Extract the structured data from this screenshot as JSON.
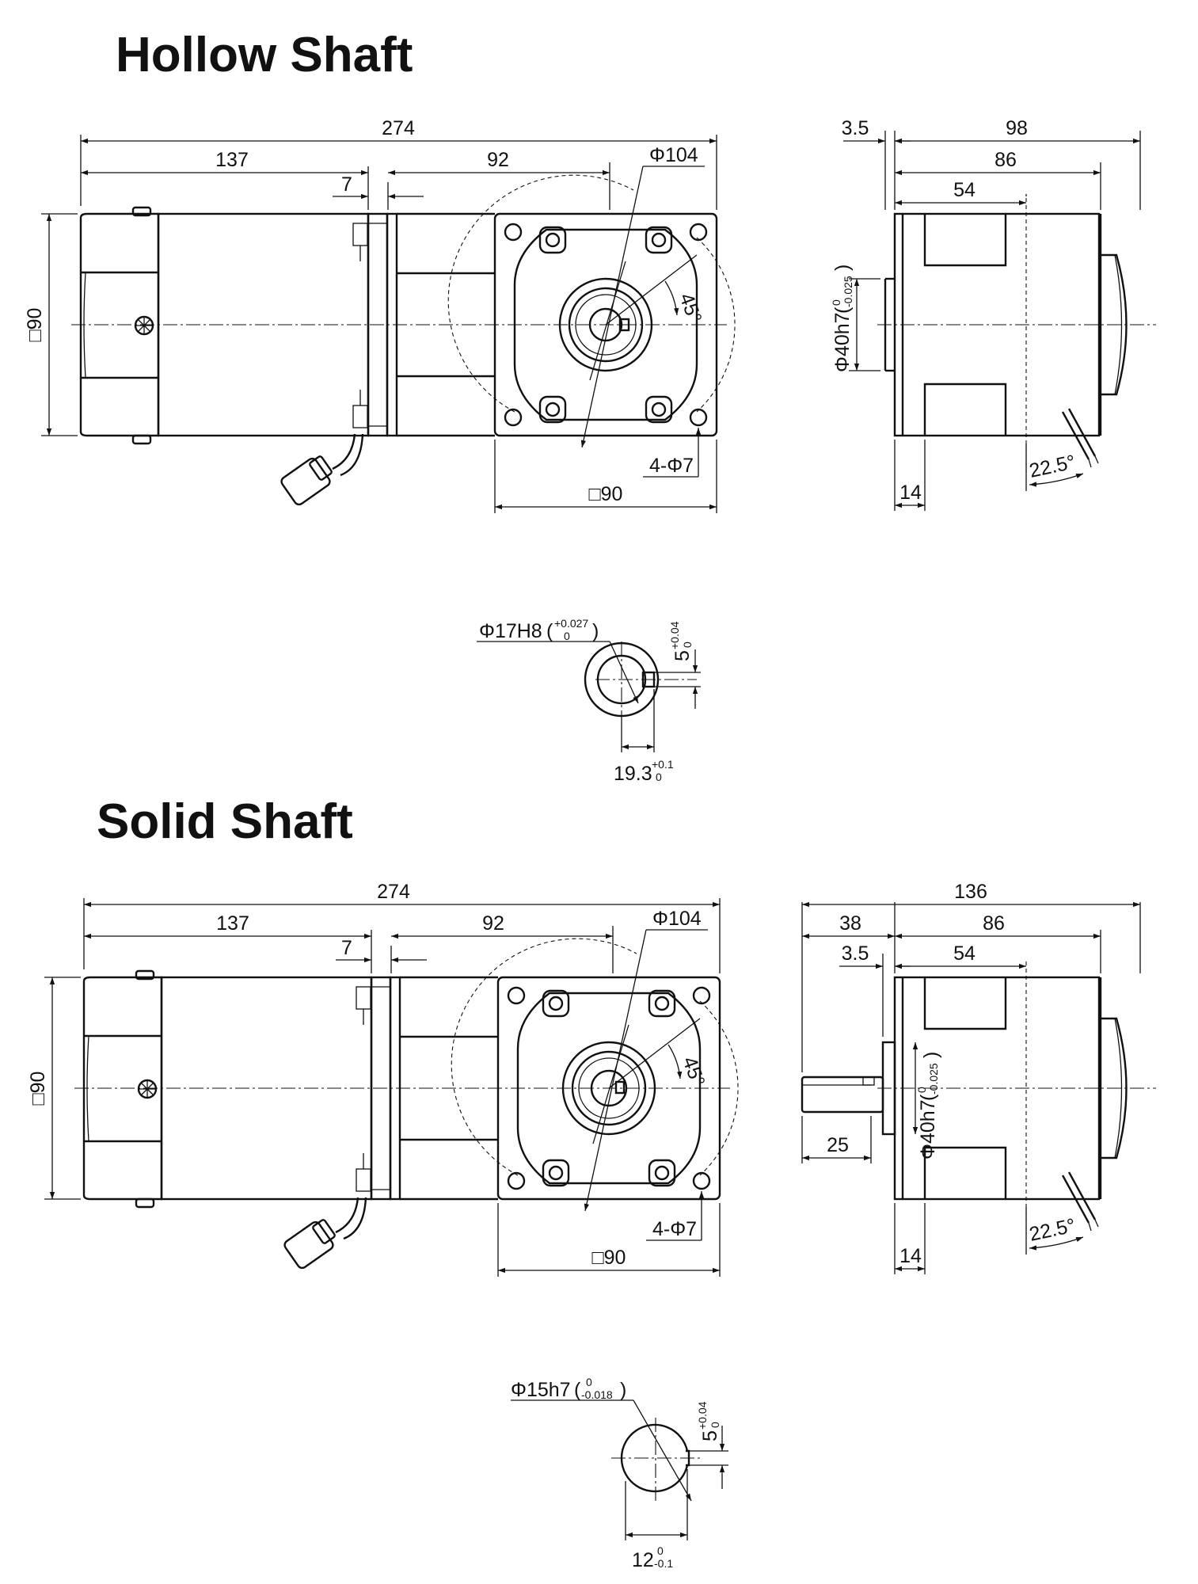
{
  "sections": {
    "hollow": {
      "title": "Hollow Shaft",
      "dims": {
        "overall_length": "274",
        "motor_length": "137",
        "gearbox_length": "92",
        "flange_thickness": "7",
        "pcd": "Φ104",
        "angle": "45°",
        "holes": "4-Φ7",
        "square_bottom": "□90",
        "square_side": "□90",
        "side_gap": "3.5",
        "side_total": "98",
        "side_body": "86",
        "side_half": "54",
        "pilot_main": "Φ40h7",
        "pilot_tol_upper": "0",
        "pilot_tol_lower": "-0.025",
        "side_bottom": "14",
        "cable_angle": "22.5°"
      },
      "detail": {
        "bore_main": "Φ17H8",
        "bore_tol_upper": "+0.027",
        "bore_tol_lower": "0",
        "key_width_main": "5",
        "key_width_tol_upper": "+0.04",
        "key_width_tol_lower": "0",
        "key_depth_main": "19.3",
        "key_depth_tol_upper": "+0.1",
        "key_depth_tol_lower": "0"
      }
    },
    "solid": {
      "title": "Solid Shaft",
      "dims": {
        "overall_length": "274",
        "motor_length": "137",
        "gearbox_length": "92",
        "flange_thickness": "7",
        "pcd": "Φ104",
        "angle": "45°",
        "holes": "4-Φ7",
        "square_bottom": "□90",
        "square_side": "□90",
        "side_total": "136",
        "side_shaft_ext": "38",
        "side_body": "86",
        "side_gap": "3.5",
        "side_half": "54",
        "shaft_length": "25",
        "pilot_main": "Φ40h7",
        "pilot_tol_upper": "0",
        "pilot_tol_lower": "-0.025",
        "side_bottom": "14",
        "cable_angle": "22.5°"
      },
      "detail": {
        "shaft_main": "Φ15h7",
        "shaft_tol_upper": "0",
        "shaft_tol_lower": "-0.018",
        "key_width_main": "5",
        "key_width_tol_upper": "+0.04",
        "key_width_tol_lower": "0",
        "key_depth_main": "12",
        "key_depth_tol_upper": "0",
        "key_depth_tol_lower": "-0.1"
      }
    }
  }
}
